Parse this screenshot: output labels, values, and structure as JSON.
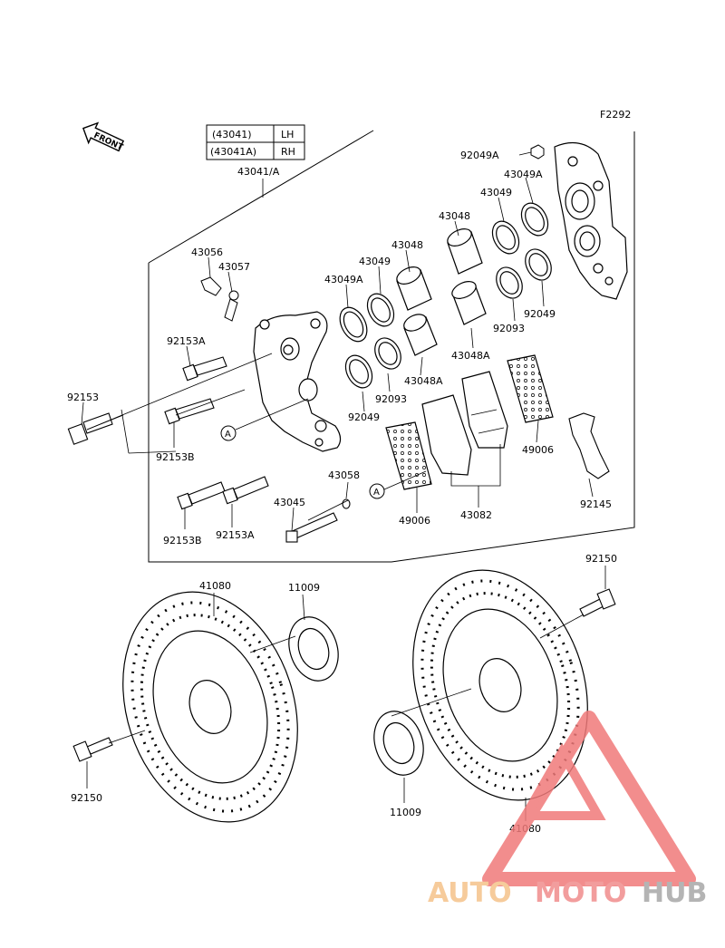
{
  "figure_code": "F2292",
  "front_label": "FRONT",
  "caliper_table": {
    "rows": [
      {
        "part": "(43041)",
        "side": "LH"
      },
      {
        "part": "(43041A)",
        "side": "RH"
      }
    ],
    "group_label": "43041/A"
  },
  "callouts": {
    "p92049a": "92049A",
    "p43049a_top": "43049A",
    "p43049_top": "43049",
    "p43048_top": "43048",
    "p43048_mid": "43048",
    "p43049_mid": "43049",
    "p43049a_mid": "43049A",
    "p43056": "43056",
    "p43057": "43057",
    "p92153a_top": "92153A",
    "p92153": "92153",
    "p92153b_top": "92153B",
    "p43048a_left": "43048A",
    "p92093_left": "92093",
    "p92049_left": "92049",
    "p92093_right": "92093",
    "p92049_right": "92049",
    "p43048a_right": "43048A",
    "p49006_right": "49006",
    "p43058": "43058",
    "p43045": "43045",
    "p92153b_bottom": "92153B",
    "p92153a_bottom": "92153A",
    "p49006_bottom": "49006",
    "p43082": "43082",
    "p92145": "92145",
    "p92150_top": "92150",
    "p41080_left": "41080",
    "p11009_top": "11009",
    "p92150_left": "92150",
    "p11009_bottom": "11009",
    "p41080_right": "41080"
  },
  "ref_marker": "A",
  "watermark": {
    "part1": "AUTO",
    "part2": "MOTO",
    "part3": "HUB",
    "colors": {
      "auto": "#f5c28a",
      "moto": "#f08c8c",
      "hub": "#a8a8a8",
      "triangle": "#f07a7a"
    }
  }
}
